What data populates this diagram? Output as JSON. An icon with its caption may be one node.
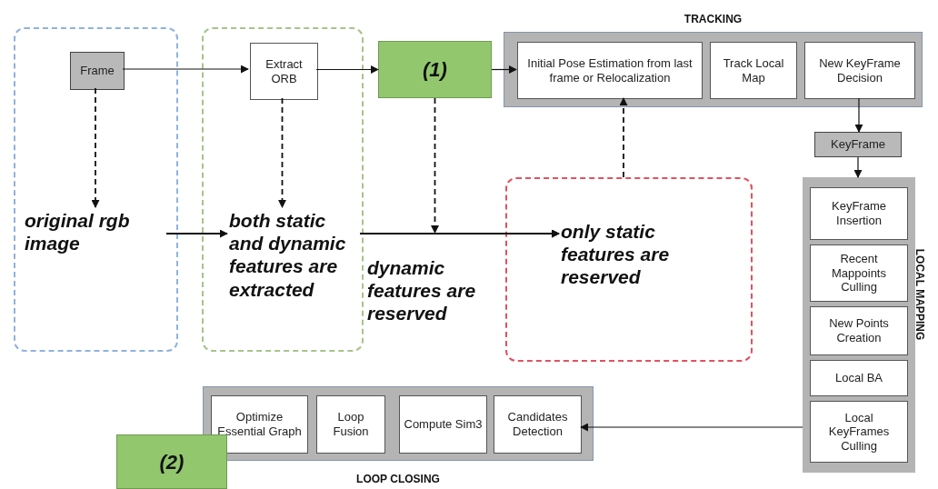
{
  "diagram": {
    "nodes": [
      {
        "text": [],
        "shape": "box"
      },
      {
        "text": [
          "Frame"
        ],
        "in": 0
      },
      {
        "text": [
          "original rgb image"
        ],
        "in": 0
      },
      {
        "text": [],
        "shape": "box"
      },
      {
        "text": [
          "Extract ORB"
        ],
        "in": 3
      },
      {
        "text": [
          "both static and dynamic features are extracted"
        ],
        "in": 3
      },
      {
        "text": [
          "(1)"
        ]
      },
      {
        "text": [],
        "shape": "box"
      },
      {
        "text": [
          "only static features are reserved"
        ],
        "in": 7
      },
      {
        "text": [
          "TRACKING"
        ]
      },
      {
        "text": [
          "Initial Pose Estimation from last frame or Relocalization"
        ],
        "in": 9
      },
      {
        "text": [
          "Track Local Map"
        ],
        "in": 9
      },
      {
        "text": [
          "New KeyFrame Decision"
        ],
        "in": 9
      },
      {
        "text": [
          "KeyFrame"
        ]
      },
      {
        "text": [
          "LOCAL MAPPING"
        ]
      },
      {
        "text": [
          "KeyFrame Insertion"
        ],
        "in": 14
      },
      {
        "text": [
          "Recent Mappoints Culling"
        ],
        "in": 14
      },
      {
        "text": [
          "New Points Creation"
        ],
        "in": 14
      },
      {
        "text": [
          "Local BA"
        ],
        "in": 14
      },
      {
        "text": [
          "Local KeyFrames Culling"
        ],
        "in": 14
      },
      {
        "text": [
          "LOOP CLOSING"
        ]
      },
      {
        "text": [
          "Optimize Essential Graph"
        ],
        "in": 20
      },
      {
        "text": [
          "Loop Fusion"
        ],
        "in": 20
      },
      {
        "text": [
          "Compute Sim3"
        ],
        "in": 20
      },
      {
        "text": [
          "Candidates Detection"
        ],
        "in": 20
      },
      {
        "text": [
          "(2)"
        ]
      }
    ],
    "edges": [
      {
        "from": 1,
        "to": 4,
        "arrow": "to"
      },
      {
        "from": 4,
        "to": 6,
        "arrow": "to"
      },
      {
        "from": 6,
        "to": 10,
        "arrow": "to"
      },
      {
        "from": 1,
        "to": 2,
        "arrow": "to",
        "style": "dashed"
      },
      {
        "from": 2,
        "to": 5,
        "arrow": "to"
      },
      {
        "from": 4,
        "to": 5,
        "arrow": "to",
        "style": "dashed"
      },
      {
        "from": 5,
        "to": 8,
        "arrow": "to"
      },
      {
        "from": 6,
        "to": 8,
        "arrow": "to",
        "style": "dashed"
      },
      {
        "from": 7,
        "to": 10,
        "arrow": "to",
        "style": "dashed"
      },
      {
        "from": 12,
        "to": 13,
        "arrow": "to"
      },
      {
        "from": 13,
        "to": 14,
        "arrow": "to"
      },
      {
        "from": 14,
        "to": 24,
        "arrow": "to"
      }
    ],
    "labels": [
      "dynamic features are reserved"
    ]
  }
}
